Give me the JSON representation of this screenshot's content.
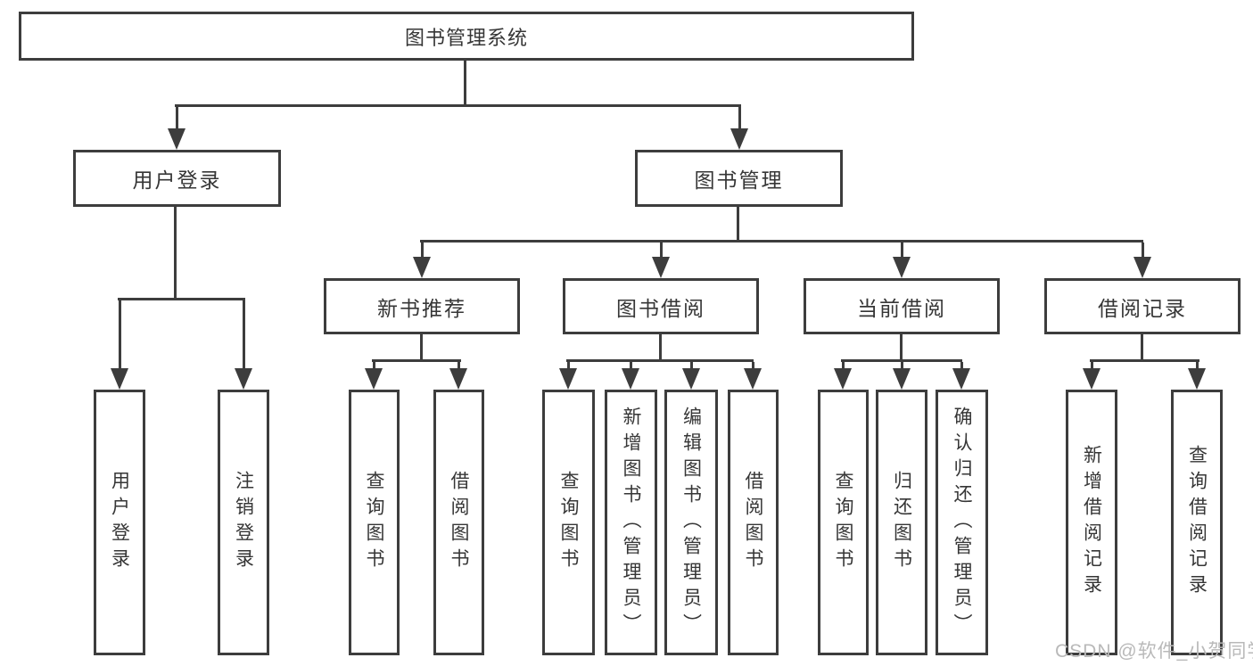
{
  "root": {
    "label": "图书管理系统"
  },
  "user_login": {
    "label": "用户登录",
    "children": [
      "用户登录",
      "注销登录"
    ]
  },
  "book_mgmt": {
    "label": "图书管理"
  },
  "new_book": {
    "label": "新书推荐",
    "children": [
      "查询图书",
      "借阅图书"
    ]
  },
  "book_borrow": {
    "label": "图书借阅",
    "children": [
      "查询图书",
      "新增图书（管理员）",
      "编辑图书（管理员）",
      "借阅图书"
    ]
  },
  "current_borrow": {
    "label": "当前借阅",
    "children": [
      "查询图书",
      "归还图书",
      "确认归还（管理员）"
    ]
  },
  "borrow_records": {
    "label": "借阅记录",
    "children": [
      "新增借阅记录",
      "查询借阅记录"
    ]
  },
  "watermark": {
    "text": "CSDN @软件_小贺同学"
  },
  "colors": {
    "line": "#3d3d3d",
    "text": "#363636",
    "background": "#ffffff",
    "watermark": "#b9b9b9"
  }
}
